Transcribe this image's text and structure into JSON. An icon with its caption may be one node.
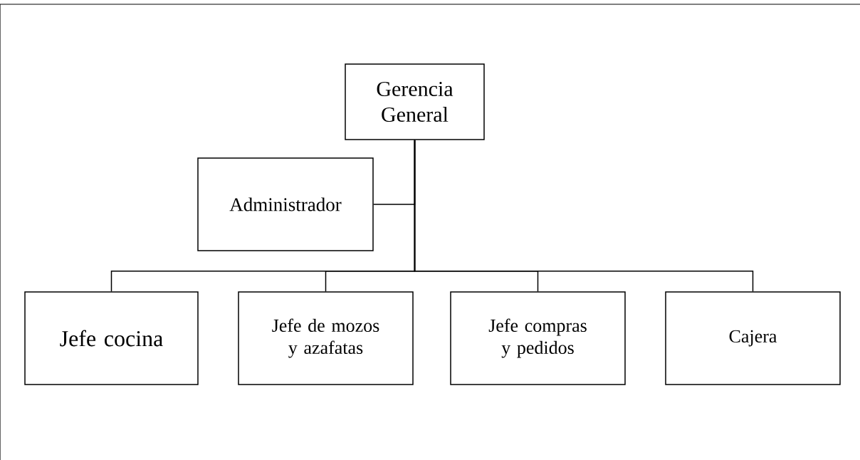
{
  "diagram": {
    "nodes": [
      {
        "text": [
          "Gerencia General"
        ]
      },
      {
        "text": [
          "Administrador"
        ]
      },
      {
        "text": [
          "Jefe cocina"
        ]
      },
      {
        "text": [
          "Jefe de mozos y azafatas"
        ]
      },
      {
        "text": [
          "Jefe compras y pedidos"
        ]
      },
      {
        "text": [
          "Cajera"
        ]
      }
    ],
    "edges": [
      {
        "from": 0,
        "to": 1,
        "arrow": "none"
      },
      {
        "from": 0,
        "to": 2,
        "arrow": "none"
      },
      {
        "from": 0,
        "to": 3,
        "arrow": "none"
      },
      {
        "from": 0,
        "to": 4,
        "arrow": "none"
      },
      {
        "from": 0,
        "to": 5,
        "arrow": "none"
      }
    ]
  }
}
